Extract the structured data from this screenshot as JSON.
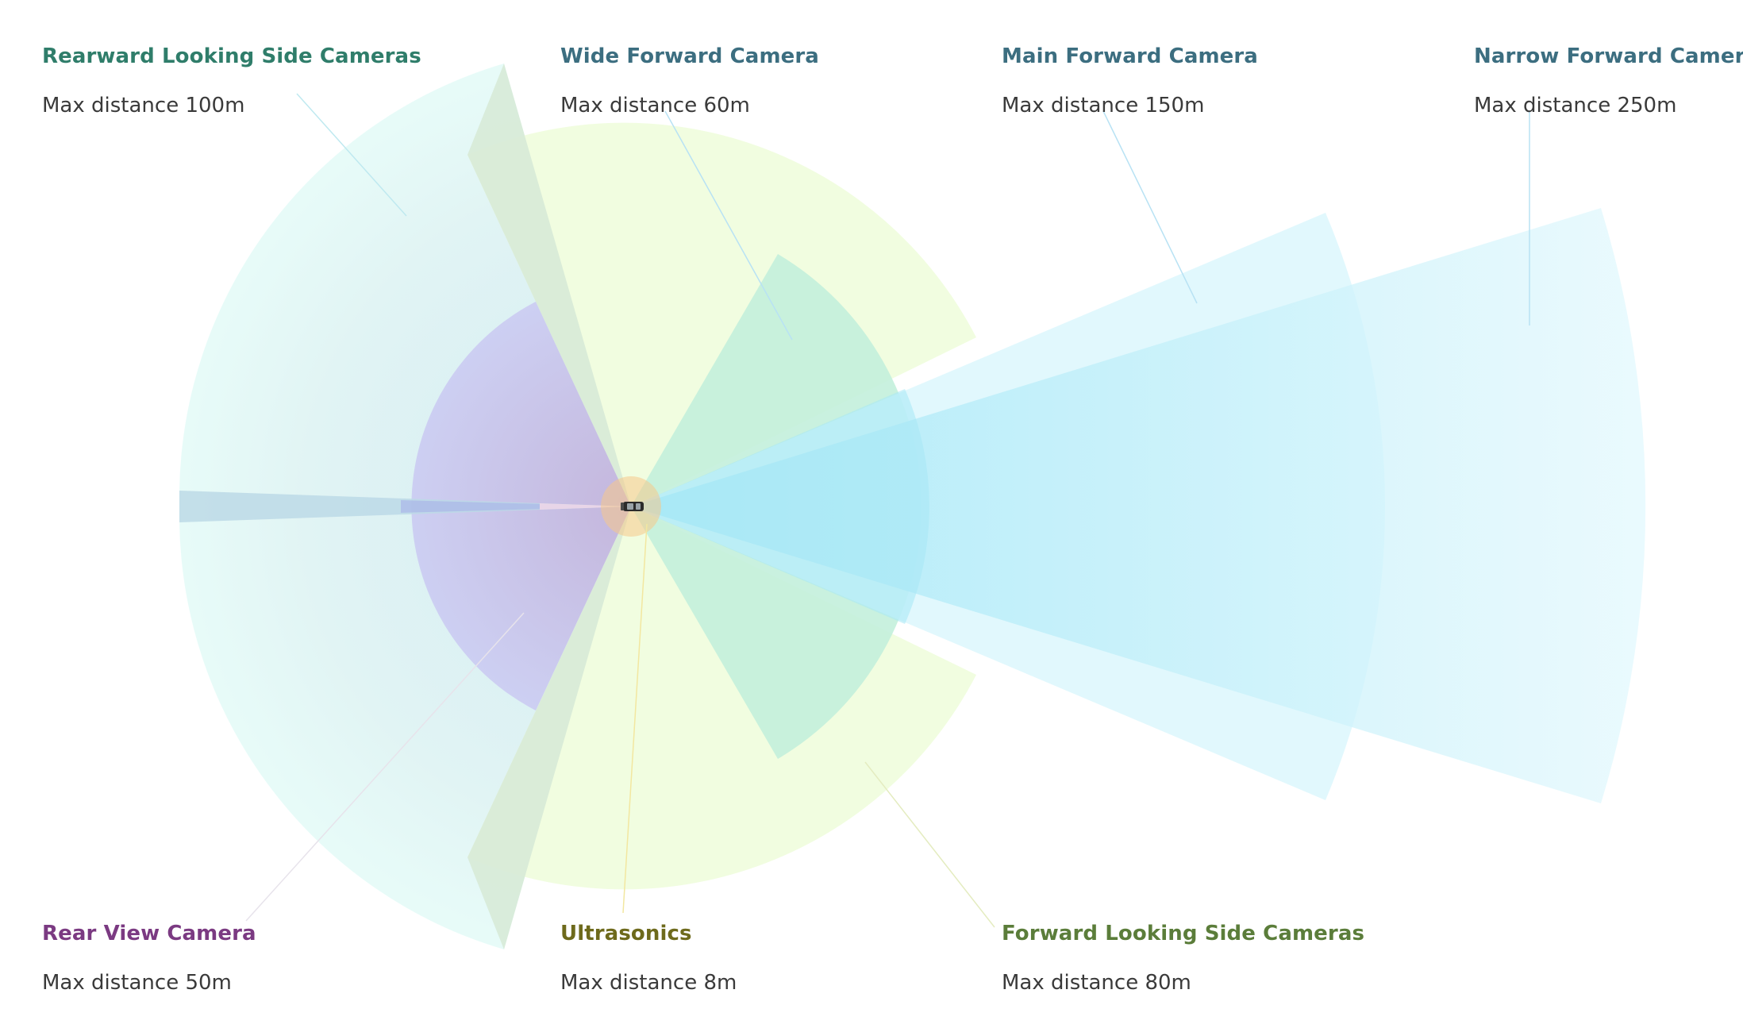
{
  "cameras": {
    "rearward_side": {
      "name": "Rearward Looking Side Cameras",
      "range": "Max distance 100m",
      "color": "#2f7d6a",
      "fill": "#cfeaf0"
    },
    "wide_forward": {
      "name": "Wide Forward Camera",
      "range": "Max distance 60m",
      "color": "#3c6e80",
      "fill": "#c6efd6"
    },
    "main_forward": {
      "name": "Main Forward Camera",
      "range": "Max distance 150m",
      "color": "#3c6e80",
      "fill": "#d6f4fb"
    },
    "narrow_forward": {
      "name": "Narrow Forward Camera",
      "range": "Max distance 250m",
      "color": "#3c6e80",
      "fill": "#d8f5fc"
    },
    "rear_view": {
      "name": "Rear View Camera",
      "range": "Max distance 50m",
      "color": "#7b3a82",
      "fill": "#c6c8f2"
    },
    "ultrasonics": {
      "name": "Ultrasonics",
      "range": "Max distance 8m",
      "color": "#6e6a1c",
      "fill": "#f5c98a"
    },
    "forward_side": {
      "name": "Forward Looking Side Cameras",
      "range": "Max distance 80m",
      "color": "#5b7d3a",
      "fill": "#f1fde0"
    }
  }
}
